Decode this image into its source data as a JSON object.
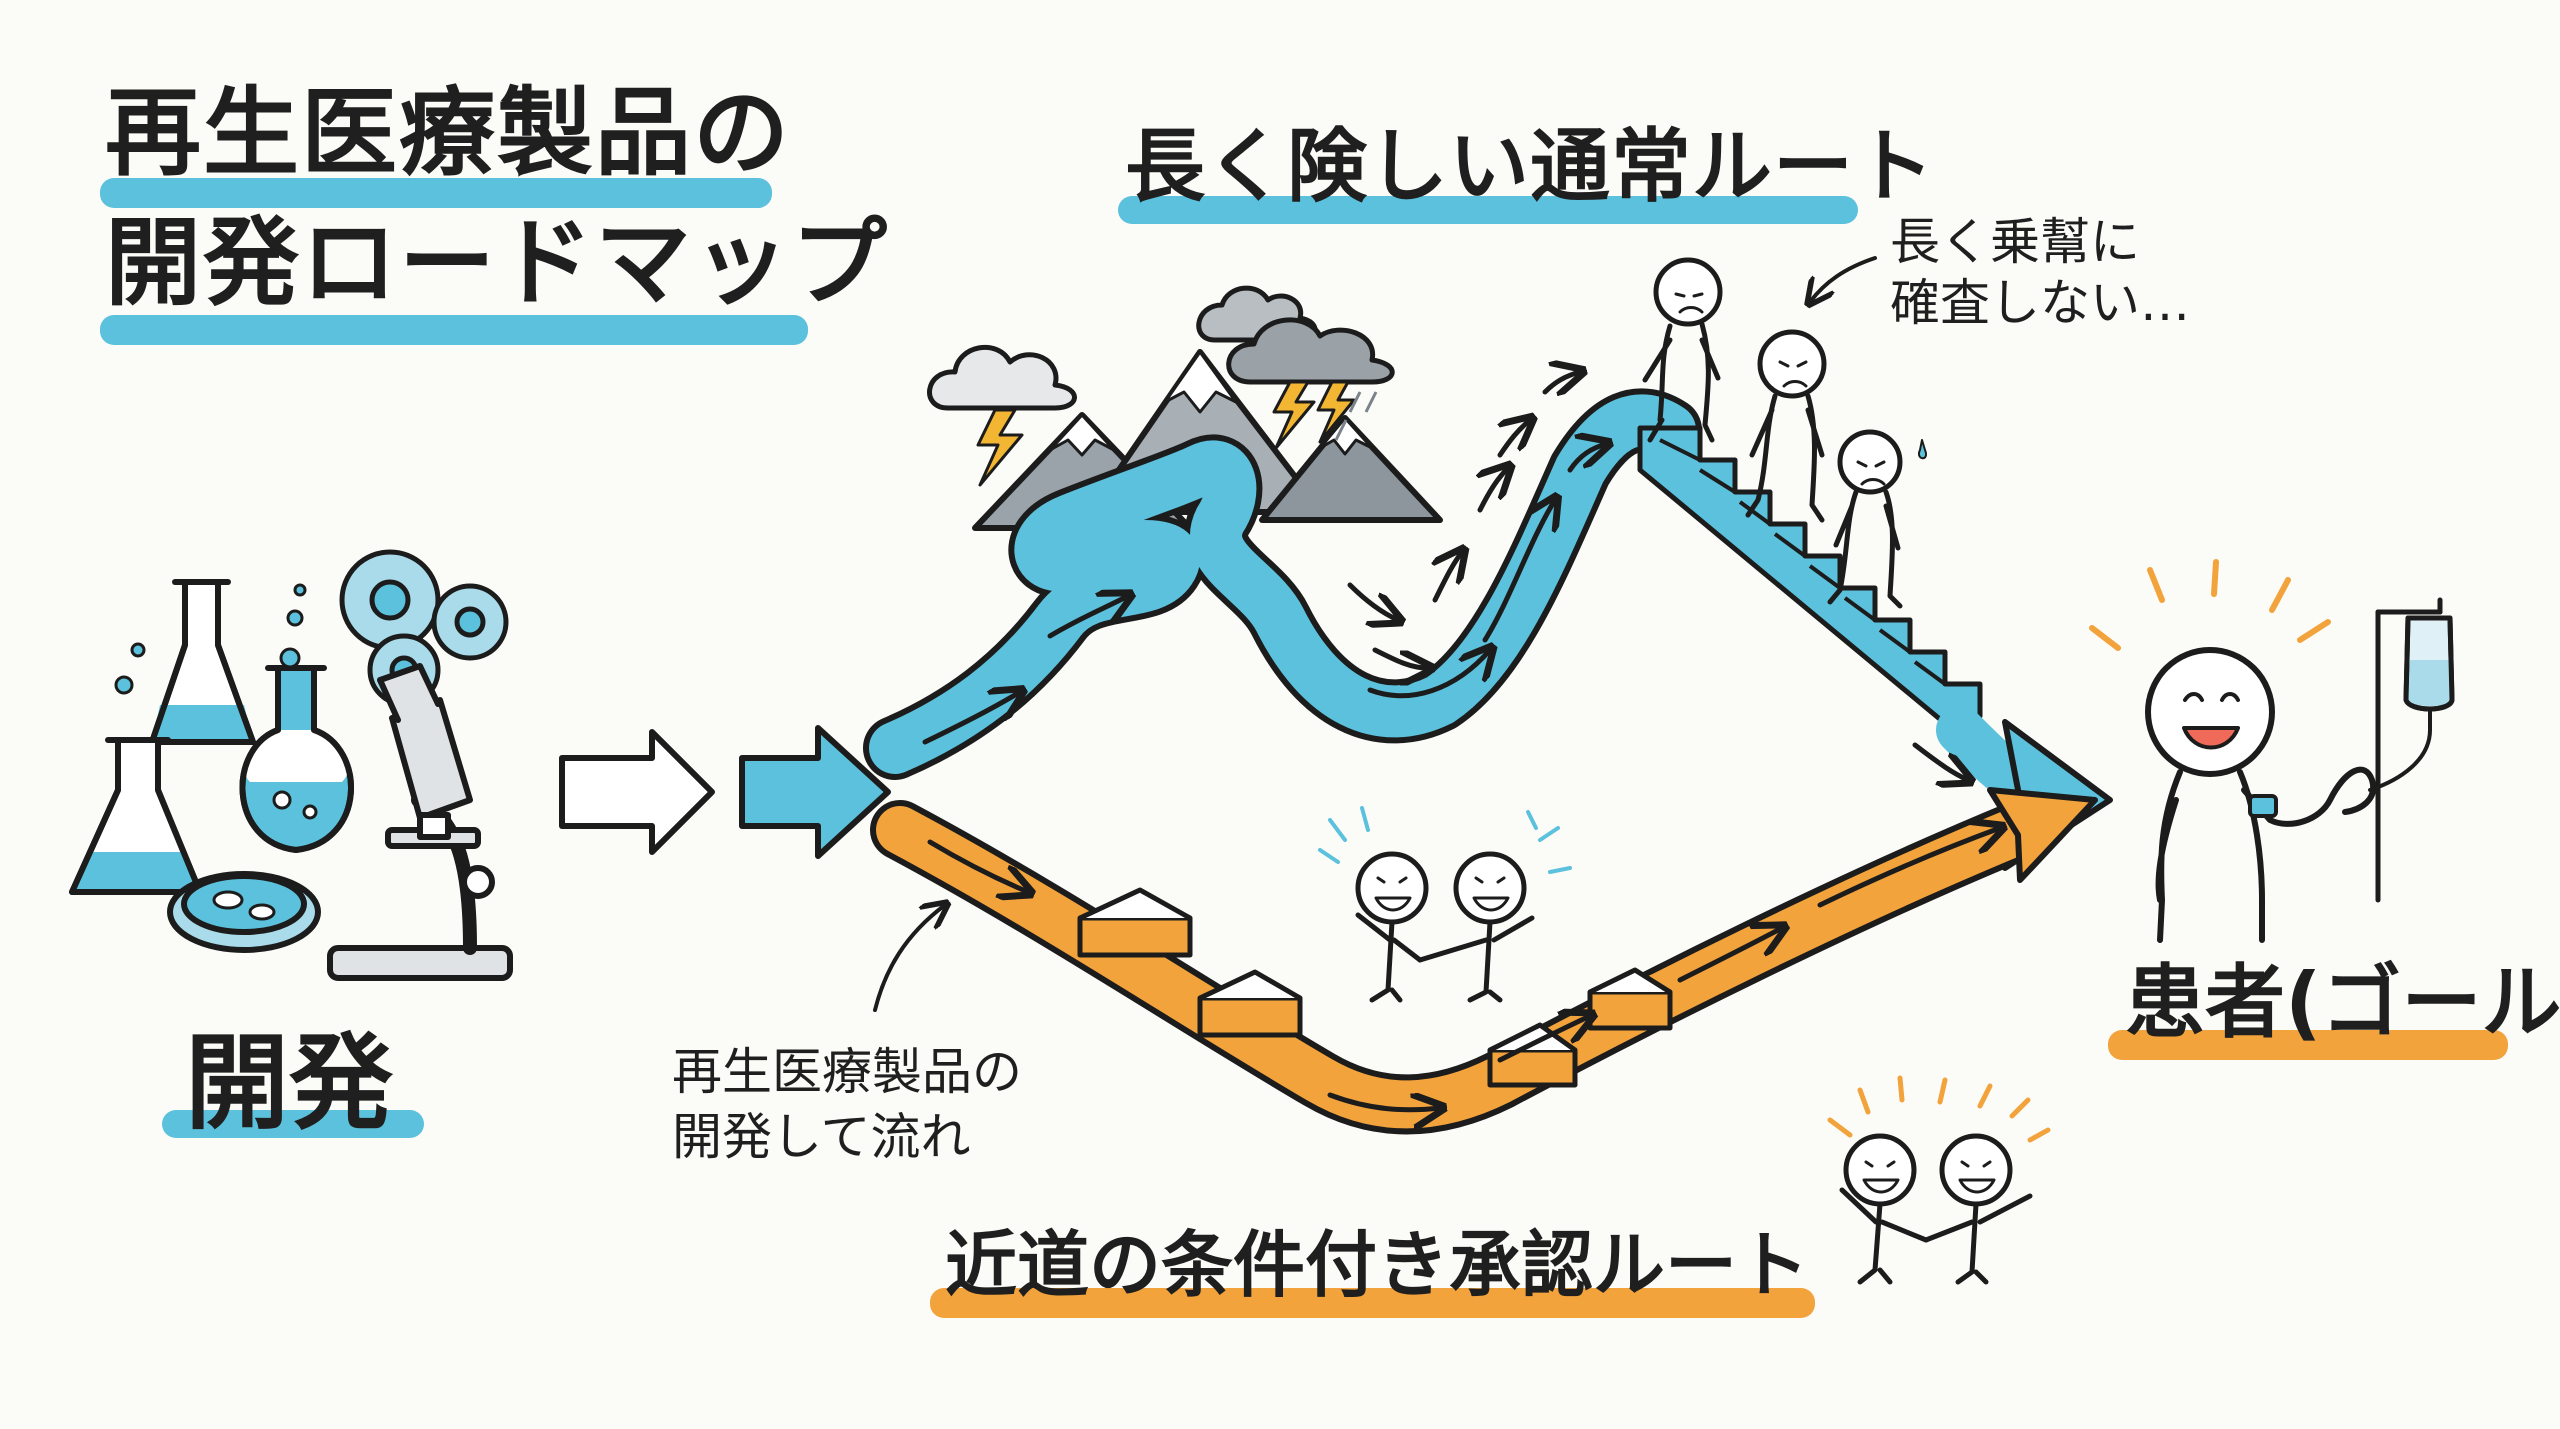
{
  "title": {
    "line1": "再生医療製品の",
    "line2": "開発ロードマップ"
  },
  "normal_route": {
    "title": "長く険しい通常ルート",
    "note_line1": "長く乗幫に",
    "note_line2": "確査しない…"
  },
  "development": {
    "label": "開発"
  },
  "flow_note": {
    "line1": "再生医療製品の",
    "line2": "開発して流れ"
  },
  "conditional_route": {
    "title": "近道の条件付き承認ルート"
  },
  "goal": {
    "label": "患者(ゴール)"
  },
  "colors": {
    "blue_route": "#5cc1dc",
    "orange_route": "#f3a33c",
    "ink": "#1c1c1c",
    "mountain": "#9aa3aa",
    "cloud": "#b9bec3",
    "lightning": "#f2b632",
    "background": "#fbfbf8"
  },
  "icons": [
    "flask-icon",
    "cell-icon",
    "petri-dish-icon",
    "microscope-icon",
    "mountain-icon",
    "storm-cloud-icon",
    "lightning-icon",
    "staircase-icon",
    "tired-person-icon",
    "happy-person-icon",
    "patient-icon",
    "iv-drip-icon",
    "arrow-icon"
  ]
}
